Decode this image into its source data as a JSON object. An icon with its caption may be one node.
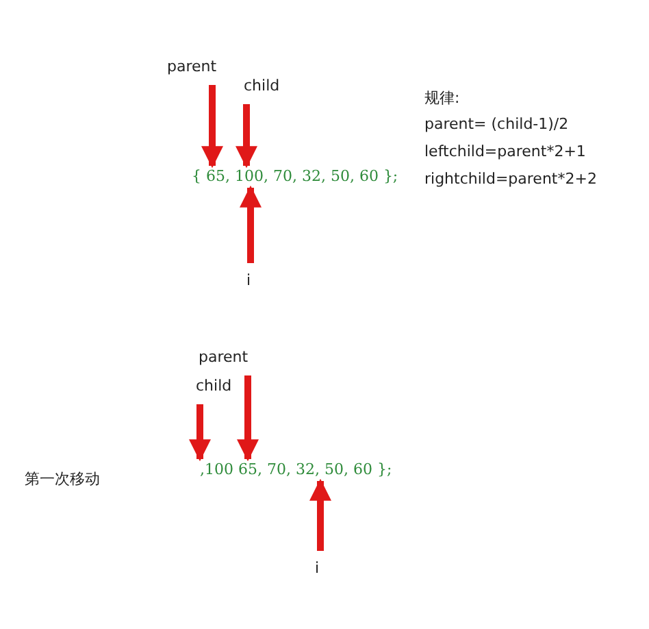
{
  "diagram": {
    "nodes": [
      {
        "text": [
          "parent"
        ]
      },
      {
        "text": [
          "child"
        ]
      },
      {
        "text": [
          "{ 65, 100, 70, 32, 50, 60 };"
        ]
      },
      {
        "text": [
          "i"
        ]
      },
      {
        "text": [
          "parent"
        ]
      },
      {
        "text": [
          "child"
        ]
      },
      {
        "text": [
          ",100 65, 70, 32, 50, 60 };"
        ]
      },
      {
        "text": [
          "i"
        ]
      }
    ],
    "edges": [
      {
        "from": 0,
        "to": 2,
        "arrow": "to"
      },
      {
        "from": 1,
        "to": 2,
        "arrow": "to"
      },
      {
        "from": 3,
        "to": 2,
        "arrow": "to"
      },
      {
        "from": 5,
        "to": 6,
        "arrow": "to"
      },
      {
        "from": 4,
        "to": 6,
        "arrow": "to"
      },
      {
        "from": 7,
        "to": 6,
        "arrow": "to"
      }
    ],
    "labels": [
      "规律:",
      "parent= (child-1)/2",
      "leftchild=parent*2+1",
      "rightchild=parent*2+2",
      "第一次移动"
    ]
  }
}
